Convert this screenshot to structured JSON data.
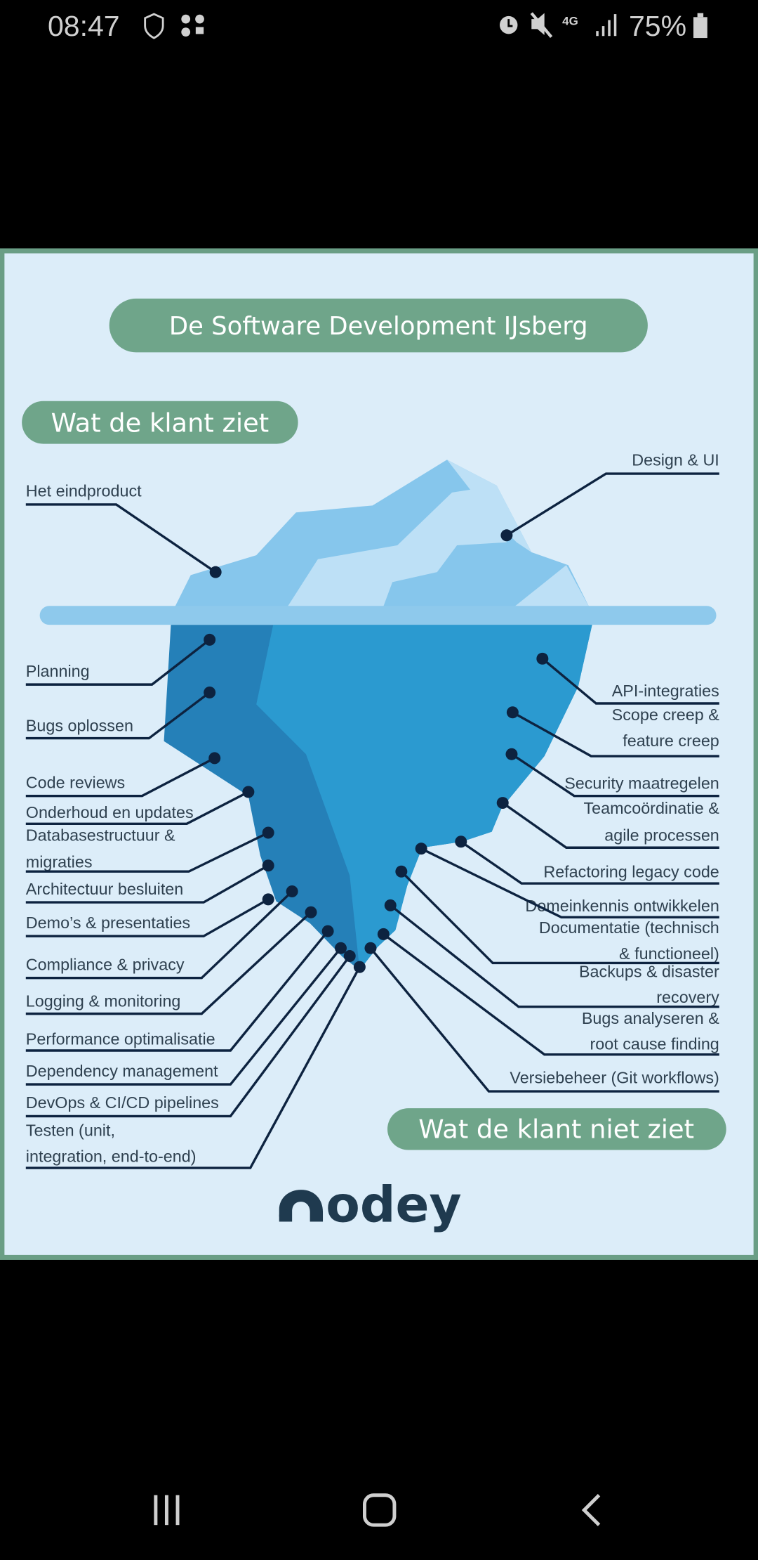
{
  "status_bar": {
    "time": "08:47",
    "network": "4G",
    "battery": "75%"
  },
  "infographic": {
    "title": "De Software Development IJsberg",
    "visible_label": "Wat de klant ziet",
    "hidden_label": "Wat de klant niet ziet",
    "logo": "nodey",
    "logo_rest": "odey",
    "colors": {
      "pill": "#6fa58a",
      "background": "#dcedf9",
      "frame": "#6a9e85",
      "ice_light": "#bde0f6",
      "ice_mid": "#86c6ec",
      "deep_dark": "#2580b8",
      "deep_light": "#2b9ad0",
      "ink": "#0d2340"
    },
    "left_items": [
      [
        "Het eindproduct"
      ],
      [
        "Planning"
      ],
      [
        "Bugs oplossen"
      ],
      [
        "Code reviews"
      ],
      [
        "Onderhoud en updates"
      ],
      [
        "Databasestructuur &",
        "migraties"
      ],
      [
        "Architectuur besluiten"
      ],
      [
        "Demo’s & presentaties"
      ],
      [
        "Compliance & privacy"
      ],
      [
        "Logging & monitoring"
      ],
      [
        "Performance optimalisatie"
      ],
      [
        "Dependency management"
      ],
      [
        "DevOps & CI/CD pipelines"
      ],
      [
        "Testen (unit,",
        "integration, end-to-end)"
      ]
    ],
    "right_items": [
      [
        "Design & UI"
      ],
      [
        "API-integraties"
      ],
      [
        "Scope creep &",
        "feature creep"
      ],
      [
        "Security maatregelen"
      ],
      [
        "Teamcoördinatie &",
        "agile processen"
      ],
      [
        "Refactoring legacy code"
      ],
      [
        "Domeinkennis ontwikkelen"
      ],
      [
        "Documentatie (technisch",
        "& functioneel)"
      ],
      [
        "Backups & disaster",
        "recovery"
      ],
      [
        "Bugs analyseren &",
        "root cause finding"
      ],
      [
        "Versiebeheer (Git workflows)"
      ]
    ]
  },
  "nav_bar": {
    "recents": "recents-button",
    "home": "home-button",
    "back": "back-button"
  }
}
